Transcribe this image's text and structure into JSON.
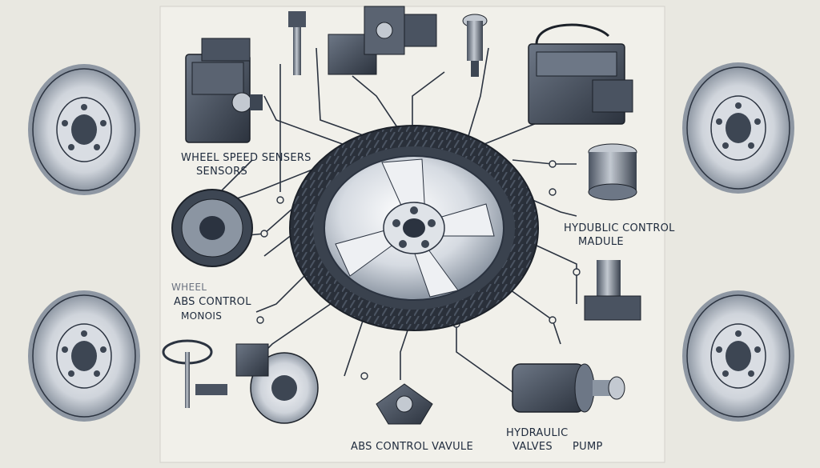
{
  "labels": {
    "wheel_speed_sensors_line1": "WHEEL SPEED SENSERS",
    "wheel_speed_sensors_line2": "SENSORS",
    "hydraulic_control_line1": "HYDUBLIC CONTROL",
    "hydraulic_control_line2": "MADULE",
    "wheel": "WHEEL",
    "abs_control_monitors_line1": "ABS CONTROL",
    "abs_control_monitors_line2": "MONOIS",
    "abs_control_valve": "ABS CONTROL VAVULE",
    "hydraulic_valves_line1": "HYDRAULIC",
    "hydraulic_valves_line2": "VALVES",
    "pump": "PUMP"
  },
  "colors": {
    "background": "#e9e8e1",
    "line": "#2b3340",
    "metal": "#c9ced6",
    "dark_metal": "#3d4653",
    "tire": "#2a303a"
  },
  "icons": [
    "brake-disc-icon",
    "wheel-tire-icon",
    "control-module-icon",
    "speed-sensor-icon",
    "hydraulic-unit-icon",
    "solenoid-icon",
    "pump-motor-icon",
    "valve-block-icon",
    "steering-wheel-icon",
    "caliper-icon"
  ]
}
